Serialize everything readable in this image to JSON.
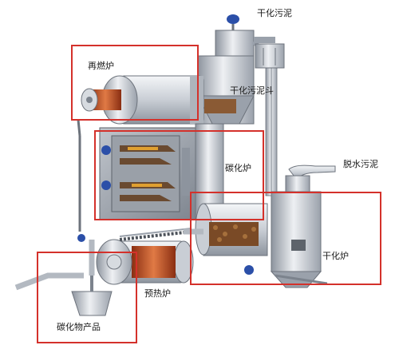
{
  "labels": {
    "dried_sludge": "干化污泥",
    "reburner": "再燃炉",
    "dried_sludge_hopper": "干化污泥斗",
    "carbonization_furnace": "碳化炉",
    "dewatered_sludge": "脱水污泥",
    "dryer": "干化炉",
    "preheater": "预热炉",
    "carbonized_product": "碳化物产品"
  },
  "colors": {
    "highlight_box": "#d4312b",
    "steel_light": "#e3e6ea",
    "steel_mid": "#b9bec6",
    "steel_dark": "#7c838d",
    "copper_coil": "#c8522a",
    "valve_blue": "#2b4fa8",
    "sludge_brown": "#7a4a26"
  }
}
